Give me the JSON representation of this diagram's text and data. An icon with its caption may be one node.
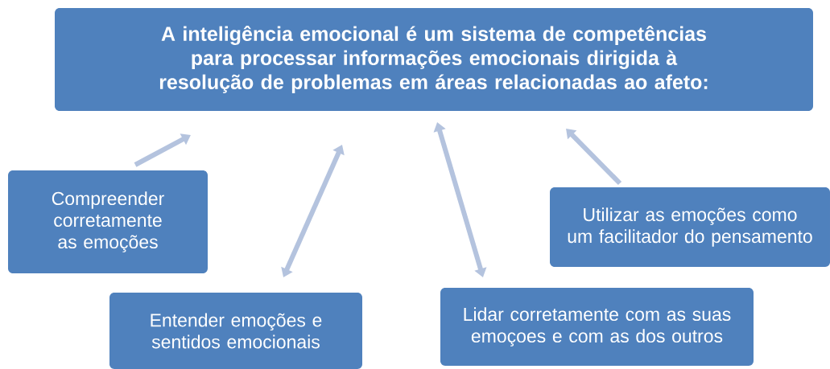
{
  "diagram": {
    "nodes": [
      {
        "text": [
          "A inteligência emocional é um sistema de competências para processar informações emocionais dirigida à resolução de problemas em áreas relacionadas ao afeto:"
        ]
      },
      {
        "text": [
          "Compreender corretamente as emoções"
        ]
      },
      {
        "text": [
          "Entender emoções e sentidos emocionais"
        ]
      },
      {
        "text": [
          "Lidar corretamente com as suas emoçoes e com as dos outros"
        ]
      },
      {
        "text": [
          "Utilizar as emoções como um facilitador do pensamento"
        ]
      }
    ],
    "edges": [
      {
        "from": 1,
        "to": 0,
        "arrow": "to"
      },
      {
        "from": 2,
        "to": 0,
        "arrow": "both"
      },
      {
        "from": 3,
        "to": 0,
        "arrow": "both"
      },
      {
        "from": 4,
        "to": 0,
        "arrow": "to"
      }
    ]
  }
}
